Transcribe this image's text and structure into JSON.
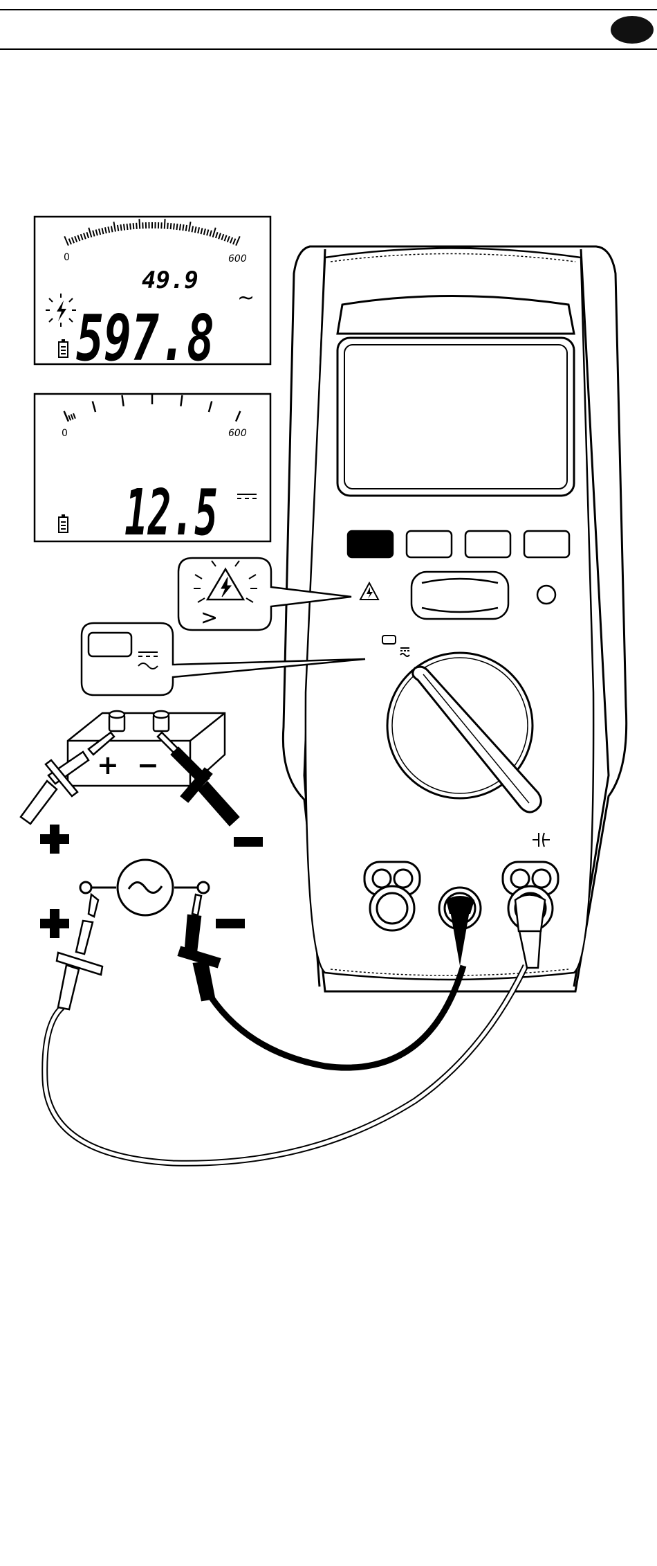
{
  "header": {
    "badge_color": "#111111"
  },
  "display_ac": {
    "bargraph_start": "0",
    "bargraph_end": "600",
    "secondary_value": "49.9",
    "main_value": "597.8",
    "ac_symbol": "~",
    "indicators": [
      "high-voltage-flash-icon",
      "battery-icon"
    ]
  },
  "display_dc": {
    "bargraph_start": "0",
    "bargraph_end": "600",
    "main_value": "12.5",
    "indicators": [
      "battery-icon",
      "dc-symbol-icon"
    ]
  },
  "callouts": {
    "warning": {
      "icons": [
        "flashing-high-voltage-icon"
      ],
      "text": ">"
    },
    "function": {
      "icons": [
        "yellow-button-icon",
        "ac-dc-symbol-icon"
      ]
    }
  },
  "battery": {
    "plus": "+",
    "minus": "−"
  },
  "polarity": {
    "dc_plus": "+",
    "dc_minus": "−",
    "ac_plus": "+",
    "ac_minus": "−"
  },
  "meter": {
    "terminal_label_icon": "capacitor-icon",
    "colors": {
      "outline": "#000000",
      "fill": "#ffffff",
      "black_lead": "#000000"
    }
  }
}
